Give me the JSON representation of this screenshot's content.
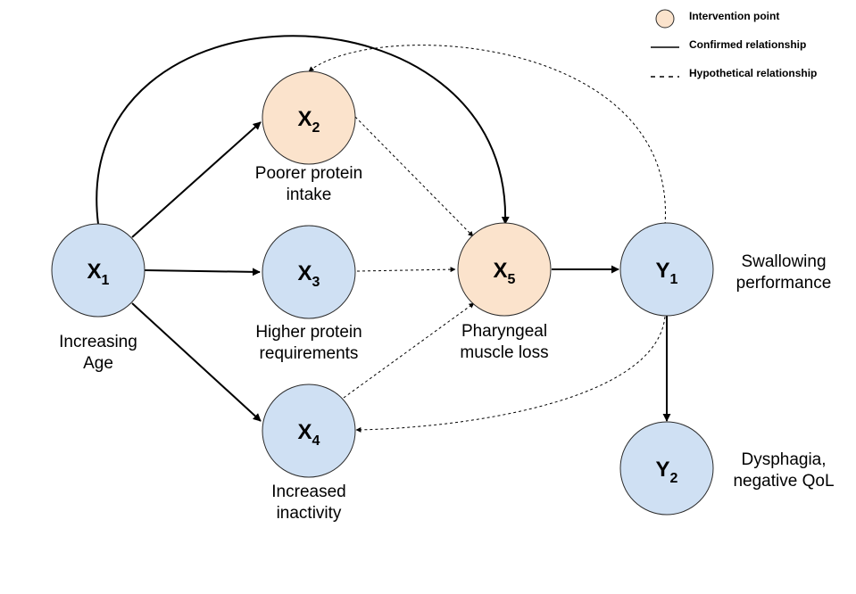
{
  "colors": {
    "node_blue": "#cfe0f3",
    "node_orange": "#fbe3cc",
    "node_stroke": "#2b2b2b",
    "edge": "#000000"
  },
  "legend": {
    "intervention": "Intervention point",
    "confirmed": "Confirmed relationship",
    "hypothetical": "Hypothetical relationship"
  },
  "nodes": {
    "x1": {
      "main": "X",
      "sub": "1",
      "type": "baseline",
      "caption": [
        "Increasing",
        "Age"
      ]
    },
    "x2": {
      "main": "X",
      "sub": "2",
      "type": "intervention",
      "caption": [
        "Poorer protein",
        "intake"
      ]
    },
    "x3": {
      "main": "X",
      "sub": "3",
      "type": "baseline",
      "caption": [
        "Higher protein",
        "requirements"
      ]
    },
    "x4": {
      "main": "X",
      "sub": "4",
      "type": "baseline",
      "caption": [
        "Increased",
        "inactivity"
      ]
    },
    "x5": {
      "main": "X",
      "sub": "5",
      "type": "intervention",
      "caption": [
        "Pharyngeal",
        "muscle loss"
      ]
    },
    "y1": {
      "main": "Y",
      "sub": "1",
      "type": "baseline",
      "caption": [
        "Swallowing",
        "performance"
      ]
    },
    "y2": {
      "main": "Y",
      "sub": "2",
      "type": "baseline",
      "caption": [
        "Dysphagia,",
        "negative QoL"
      ]
    }
  },
  "edges": [
    {
      "from": "x1",
      "to": "x2",
      "style": "confirmed"
    },
    {
      "from": "x1",
      "to": "x3",
      "style": "confirmed"
    },
    {
      "from": "x1",
      "to": "x4",
      "style": "confirmed"
    },
    {
      "from": "x1",
      "to": "x5",
      "style": "confirmed"
    },
    {
      "from": "x2",
      "to": "x5",
      "style": "hypothetical"
    },
    {
      "from": "x3",
      "to": "x5",
      "style": "hypothetical"
    },
    {
      "from": "x4",
      "to": "x5",
      "style": "hypothetical"
    },
    {
      "from": "x5",
      "to": "y1",
      "style": "confirmed"
    },
    {
      "from": "y1",
      "to": "y2",
      "style": "confirmed"
    },
    {
      "from": "y1",
      "to": "x2",
      "style": "hypothetical"
    },
    {
      "from": "y1",
      "to": "x4",
      "style": "hypothetical"
    }
  ]
}
